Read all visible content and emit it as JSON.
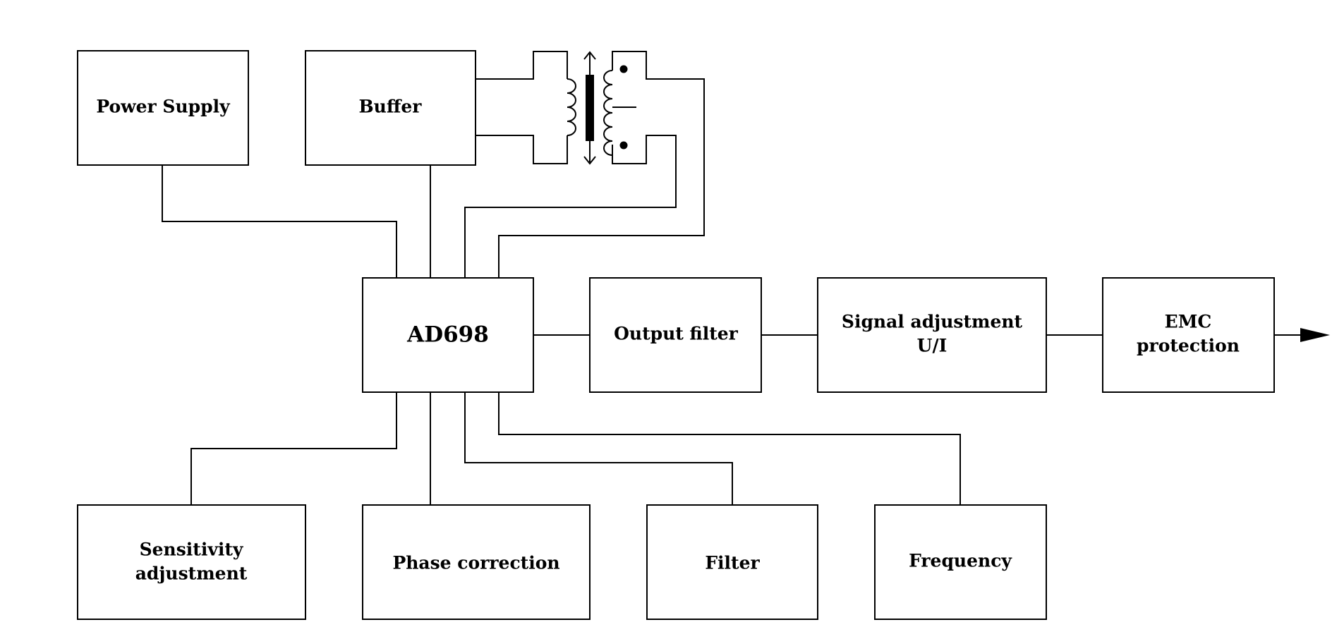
{
  "blocks": {
    "power_supply": {
      "lines": [
        "Power Supply"
      ]
    },
    "buffer": {
      "lines": [
        "Buffer"
      ]
    },
    "ad698": {
      "lines": [
        "AD698"
      ]
    },
    "output_filter": {
      "lines": [
        "Output filter"
      ]
    },
    "signal_adjustment": {
      "lines": [
        "Signal adjustment",
        "U/I"
      ]
    },
    "emc_protection": {
      "lines": [
        "EMC",
        "protection"
      ]
    },
    "sensitivity_adjustment": {
      "lines": [
        "Sensitivity",
        "adjustment"
      ]
    },
    "phase_correction": {
      "lines": [
        "Phase correction"
      ]
    },
    "filter": {
      "lines": [
        "Filter"
      ]
    },
    "frequency": {
      "lines": [
        "Frequency"
      ]
    }
  },
  "transformer": {
    "icon": "lvdt-transformer-icon"
  },
  "output_arrow": {
    "icon": "output-arrow-icon"
  }
}
